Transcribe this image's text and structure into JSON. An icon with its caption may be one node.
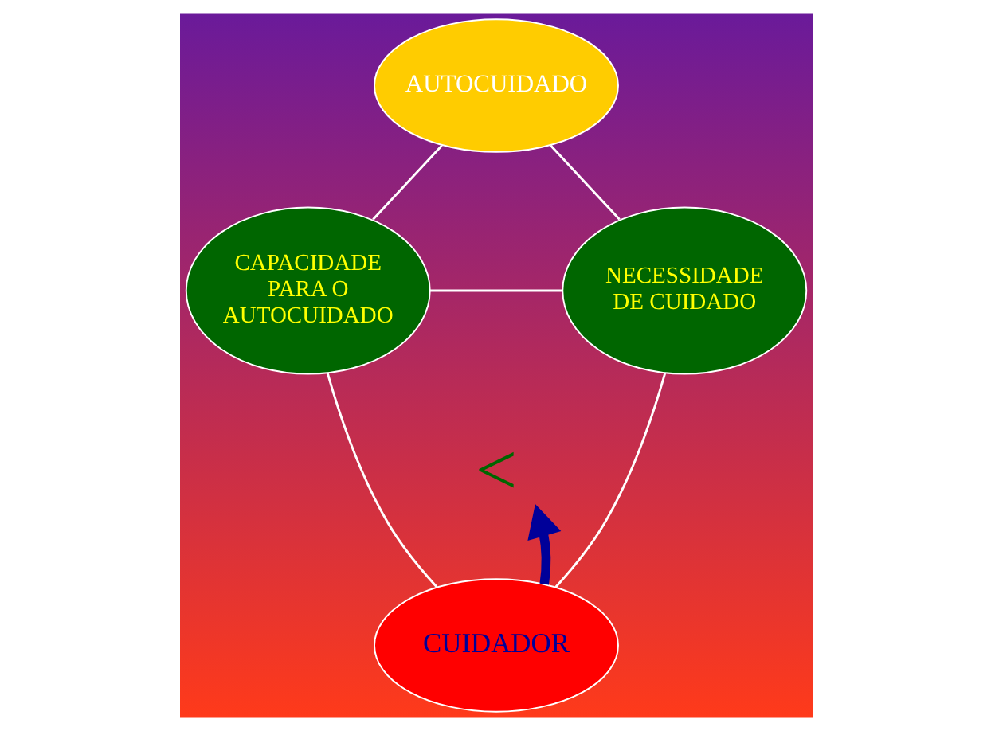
{
  "diagram": {
    "nodes": [
      {
        "text": [
          "AUTOCUIDADO"
        ]
      },
      {
        "text": [
          "CAPACIDADE PARA O AUTOCUIDADO"
        ]
      },
      {
        "text": [
          "NECESSIDADE DE CUIDADO"
        ]
      },
      {
        "text": [
          "CUIDADOR"
        ]
      },
      {
        "text": [
          "<"
        ]
      }
    ],
    "edges": [
      {
        "from": 0,
        "to": 1,
        "arrow": "none"
      },
      {
        "from": 0,
        "to": 2,
        "arrow": "none"
      },
      {
        "from": 1,
        "to": 2,
        "arrow": "none"
      },
      {
        "from": 1,
        "to": 3,
        "arrow": "none"
      },
      {
        "from": 2,
        "to": 3,
        "arrow": "none"
      },
      {
        "from": 3,
        "to": 4,
        "arrow": "to",
        "style": "thick",
        "color": "#000099"
      }
    ]
  }
}
